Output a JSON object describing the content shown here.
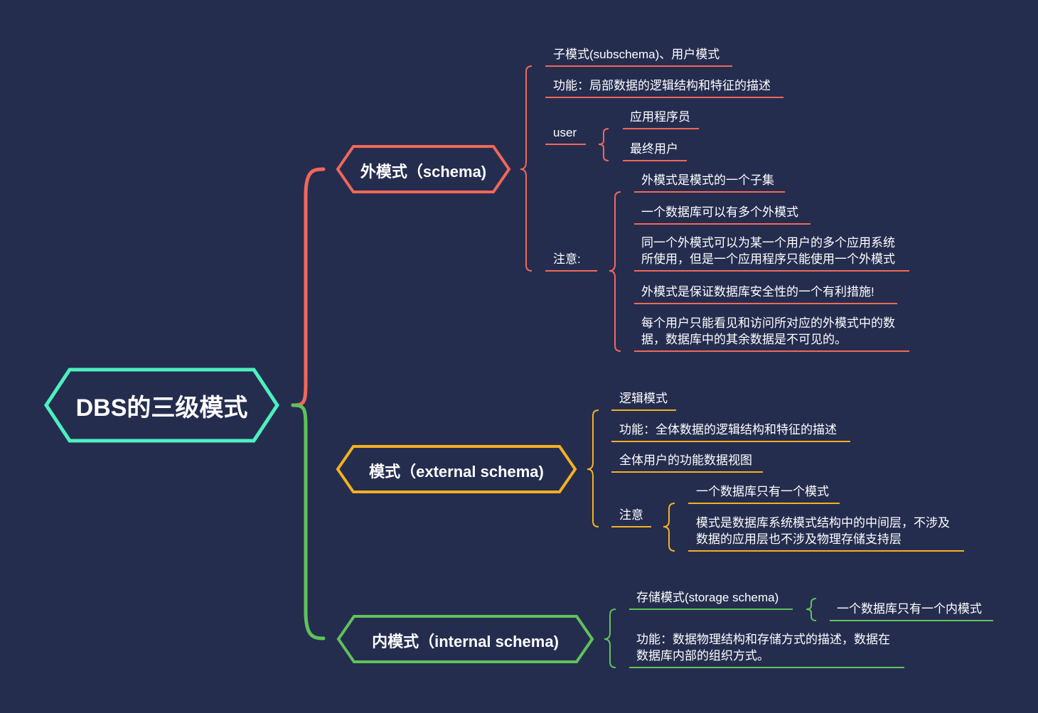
{
  "colors": {
    "background": "#252D4F",
    "root": "#4DF0C0",
    "external": "#F0685A",
    "conceptual": "#F5B020",
    "internal": "#5FC25A"
  },
  "root": {
    "label": "DBS的三级模式"
  },
  "external": {
    "label": "外模式（schema)",
    "sub": "子模式(subschema)、用户模式",
    "func": "功能：局部数据的逻辑结构和特征的描述",
    "user": {
      "label": "user",
      "items": [
        "应用程序员",
        "最终用户"
      ]
    },
    "note": {
      "label": "注意:",
      "items": [
        "外模式是模式的一个子集",
        "一个数据库可以有多个外模式",
        "同一个外模式可以为某一个用户的多个应用系统",
        "所使用，但是一个应用程序只能使用一个外模式",
        "外模式是保证数据库安全性的一个有利措施!",
        "每个用户只能看见和访问所对应的外模式中的数",
        "据，数据库中的其余数据是不可见的。"
      ]
    }
  },
  "conceptual": {
    "label": "模式（external schema)",
    "logic": "逻辑模式",
    "func": "功能：全体数据的逻辑结构和特征的描述",
    "view": "全体用户的功能数据视图",
    "note": {
      "label": "注意",
      "items": [
        "一个数据库只有一个模式",
        "模式是数据库系统模式结构中的中间层，不涉及",
        "数据的应用层也不涉及物理存储支持层"
      ]
    }
  },
  "internal": {
    "label": "内模式（internal schema)",
    "storage": "存储模式(storage schema)",
    "storage_note": "一个数据库只有一个内模式",
    "func": [
      "功能：数据物理结构和存储方式的描述，数据在",
      "数据库内部的组织方式。"
    ]
  }
}
